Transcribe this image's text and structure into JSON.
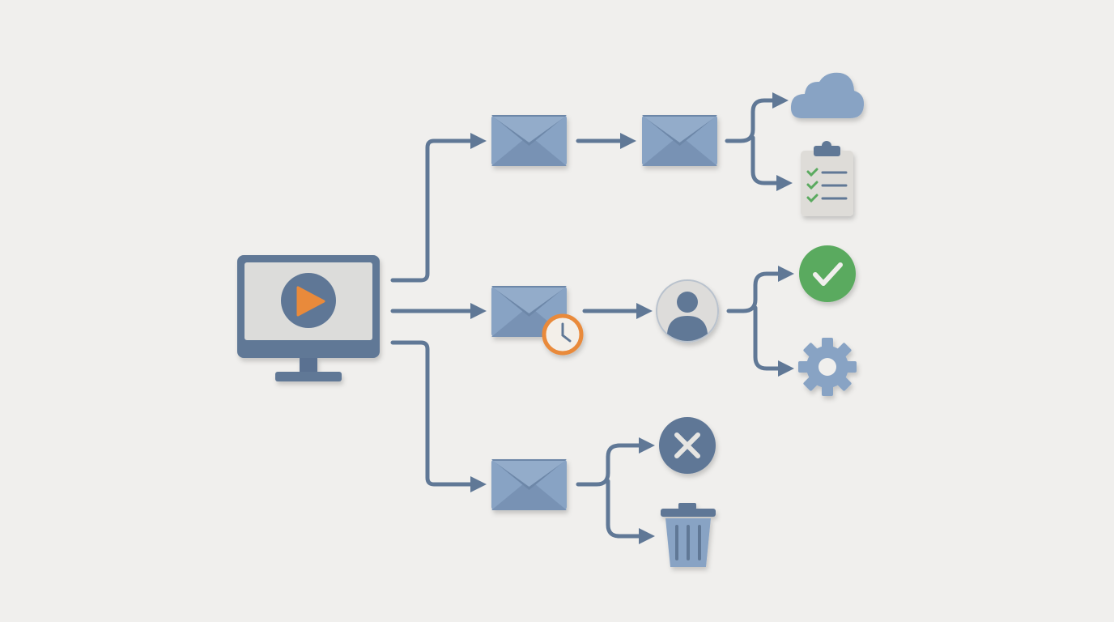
{
  "diagram": {
    "type": "workflow",
    "colors": {
      "background": "#f0efed",
      "primary": "#607896",
      "light": "#88a3c4",
      "accent_orange": "#e98a3b",
      "success_green": "#5aaa5e",
      "neutral": "#dcdcda"
    },
    "nodes": [
      {
        "id": "source",
        "icon": "monitor-play-icon"
      },
      {
        "id": "email-1",
        "icon": "envelope-icon"
      },
      {
        "id": "email-2",
        "icon": "envelope-icon"
      },
      {
        "id": "cloud",
        "icon": "cloud-icon"
      },
      {
        "id": "checklist",
        "icon": "clipboard-checklist-icon"
      },
      {
        "id": "email-delayed",
        "icon": "envelope-clock-icon"
      },
      {
        "id": "user",
        "icon": "user-icon"
      },
      {
        "id": "success",
        "icon": "check-circle-icon"
      },
      {
        "id": "settings",
        "icon": "gear-icon"
      },
      {
        "id": "email-3",
        "icon": "envelope-icon"
      },
      {
        "id": "cancel",
        "icon": "x-circle-icon"
      },
      {
        "id": "delete",
        "icon": "trash-icon"
      }
    ],
    "edges": [
      [
        "source",
        "email-1"
      ],
      [
        "email-1",
        "email-2"
      ],
      [
        "email-2",
        "cloud"
      ],
      [
        "email-2",
        "checklist"
      ],
      [
        "source",
        "email-delayed"
      ],
      [
        "email-delayed",
        "user"
      ],
      [
        "user",
        "success"
      ],
      [
        "user",
        "settings"
      ],
      [
        "source",
        "email-3"
      ],
      [
        "email-3",
        "cancel"
      ],
      [
        "email-3",
        "delete"
      ]
    ]
  }
}
